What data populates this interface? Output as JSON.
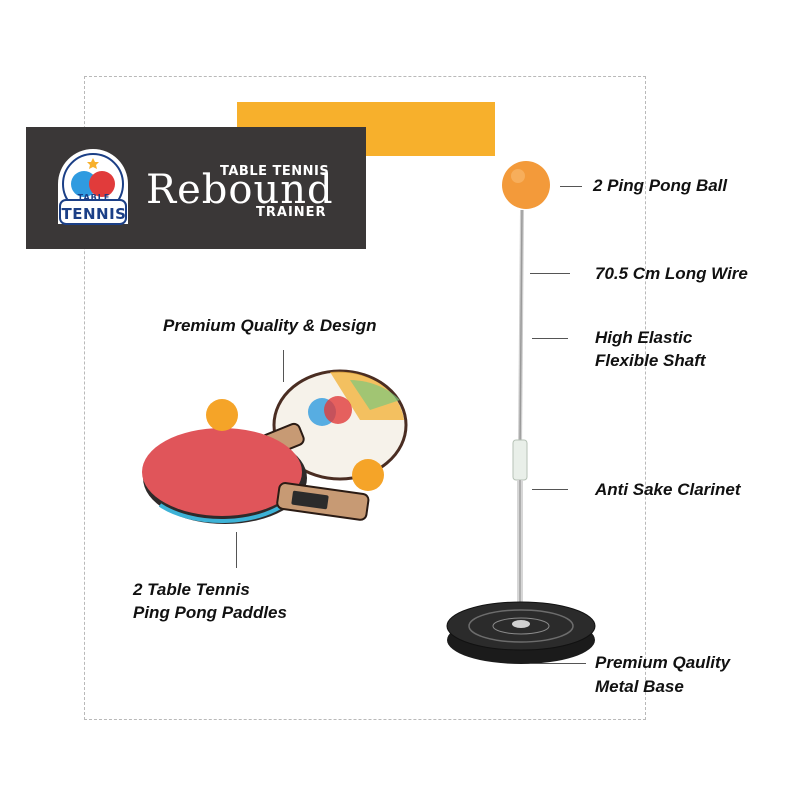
{
  "banner": {
    "logo_small_text": "TABLE",
    "logo_text": "TENNIS",
    "title_top": "TABLE TENNIS",
    "title_main": "Rebound",
    "title_bottom": "TRAINER"
  },
  "colors": {
    "accent_orange": "#f7b02c",
    "banner_bg": "#3a3737",
    "ball": "#f39a3a",
    "paddle_red": "#e0555a"
  },
  "features": {
    "ball": "2 Ping Pong Ball",
    "wire": "70.5 Cm Long Wire",
    "shaft_line1": "High Elastic",
    "shaft_line2": "Flexible Shaft",
    "clarinet": "Anti Sake Clarinet",
    "base_line1": "Premium Qaulity",
    "base_line2": "Metal Base",
    "quality": "Premium Quality & Design",
    "paddles_line1": "2 Table Tennis",
    "paddles_line2": "Ping Pong Paddles"
  },
  "icons": [
    "ping-pong-ball-icon",
    "paddle-icon",
    "trainer-base-icon"
  ]
}
